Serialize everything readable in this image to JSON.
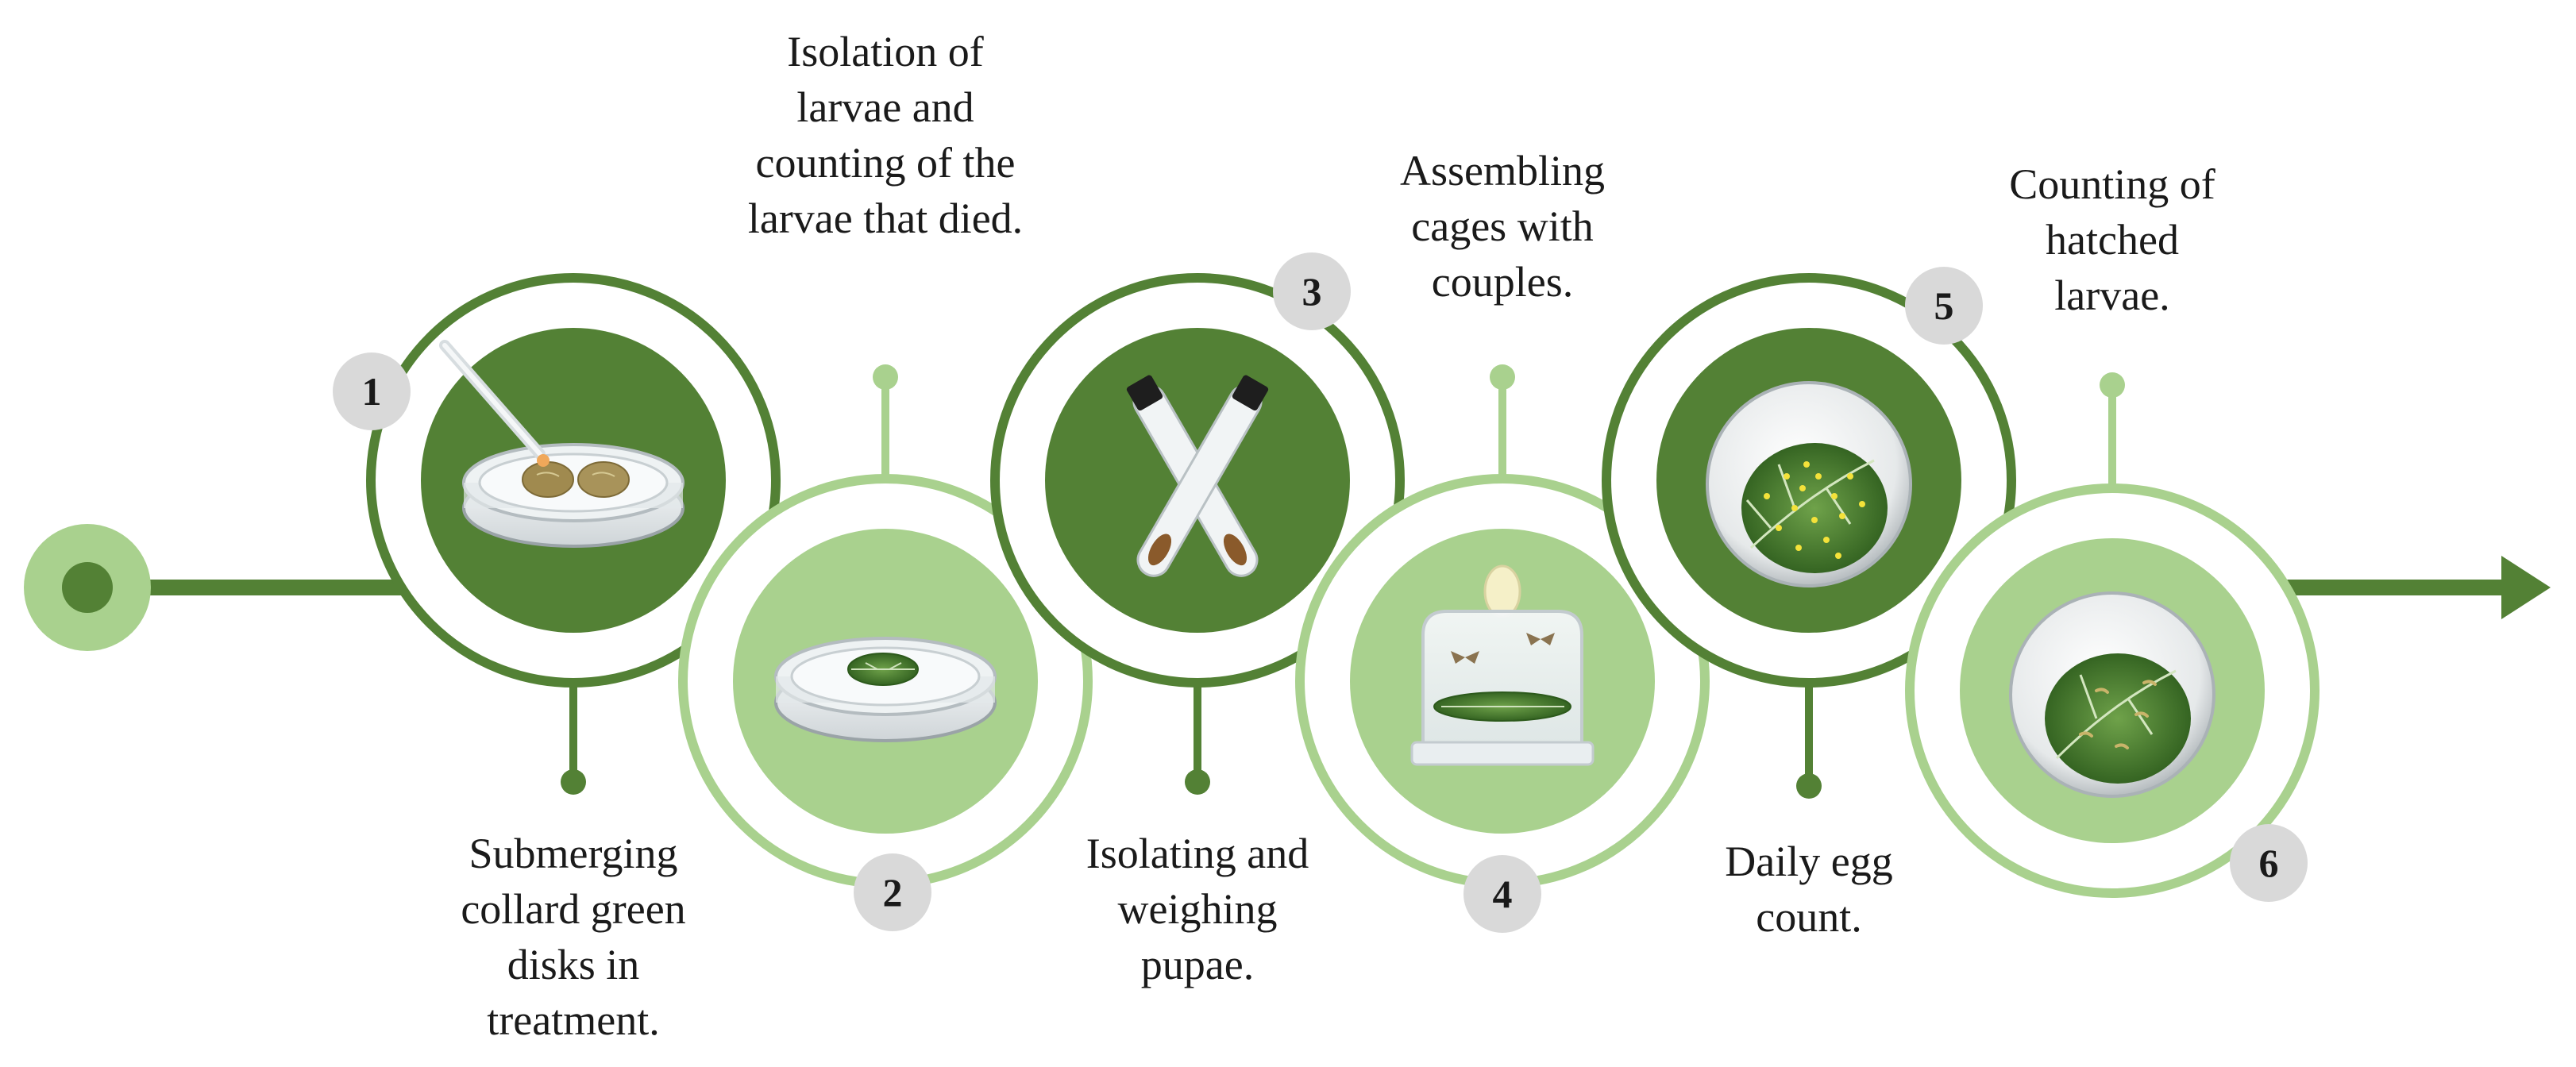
{
  "colors": {
    "dark_green": "#538135",
    "light_green": "#a9d18e",
    "badge_gray": "#d9d9d9",
    "text": "#1a1a1a"
  },
  "steps": [
    {
      "number": "1",
      "label": "Submerging\ncollard green\ndisks in\ntreatment."
    },
    {
      "number": "2",
      "label": "Isolation of\nlarvae and\ncounting of the\nlarvae that died."
    },
    {
      "number": "3",
      "label": "Isolating and\nweighing\npupae."
    },
    {
      "number": "4",
      "label": "Assembling\ncages with\ncouples."
    },
    {
      "number": "5",
      "label": "Daily egg\ncount."
    },
    {
      "number": "6",
      "label": "Counting of\nhatched\nlarvae."
    }
  ]
}
